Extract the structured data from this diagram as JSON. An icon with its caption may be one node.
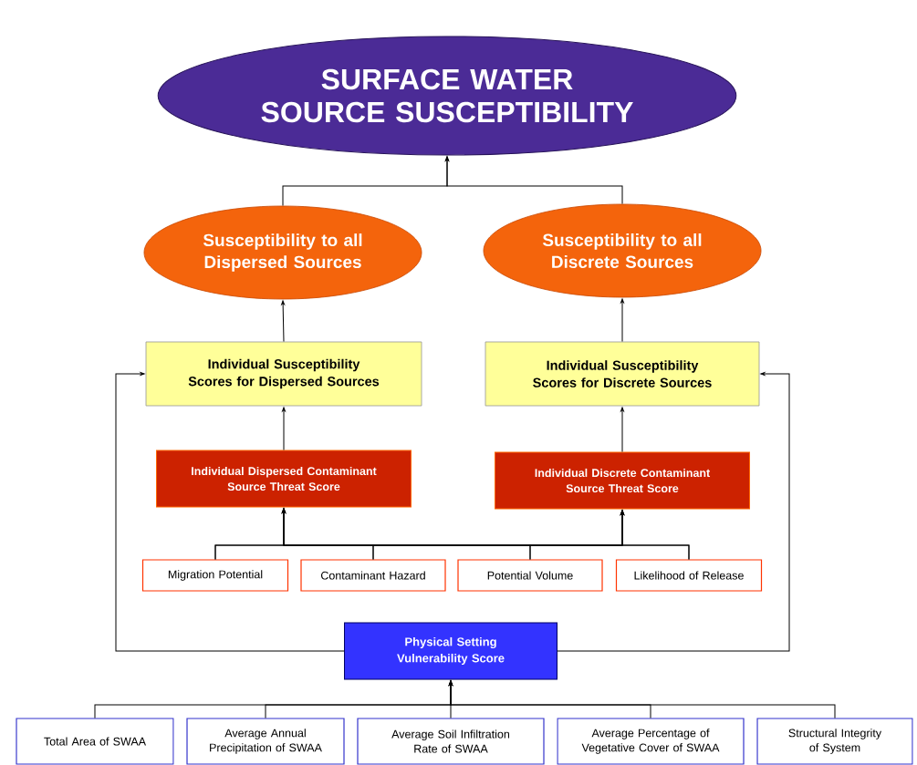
{
  "diagram": {
    "nodes": [
      {
        "text": [
          "SURFACE WATER SOURCE SUSCEPTIBILITY"
        ]
      },
      {
        "text": [
          "Susceptibility to all Dispersed Sources"
        ]
      },
      {
        "text": [
          "Susceptibility to all Discrete Sources"
        ]
      },
      {
        "text": [
          "Individual Susceptibility Scores for Dispersed Sources"
        ]
      },
      {
        "text": [
          "Individual Susceptibility Scores for Discrete Sources"
        ]
      },
      {
        "text": [
          "Individual Dispersed Contaminant Source Threat Score"
        ]
      },
      {
        "text": [
          "Individual Discrete Contaminant Source Threat Score"
        ]
      },
      {
        "text": [
          "Migration Potential"
        ]
      },
      {
        "text": [
          "Contaminant Hazard"
        ]
      },
      {
        "text": [
          "Potential Volume"
        ]
      },
      {
        "text": [
          "Likelihood of Release"
        ]
      },
      {
        "text": [
          "Physical Setting Vulnerability Score"
        ]
      },
      {
        "text": [
          "Total Area of SWAA"
        ]
      },
      {
        "text": [
          "Average Annual Precipitation of SWAA"
        ]
      },
      {
        "text": [
          "Average Soil Infiltration Rate of SWAA"
        ]
      },
      {
        "text": [
          "Average Percentage of Vegetative Cover of SWAA"
        ]
      },
      {
        "text": [
          "Structural Integrity of System"
        ]
      }
    ],
    "edges": [
      {
        "from": 1,
        "to": 0,
        "arrow": "to"
      },
      {
        "from": 2,
        "to": 0,
        "arrow": "to"
      },
      {
        "from": 3,
        "to": 1,
        "arrow": "to"
      },
      {
        "from": 4,
        "to": 2,
        "arrow": "to"
      },
      {
        "from": 5,
        "to": 3,
        "arrow": "to"
      },
      {
        "from": 6,
        "to": 4,
        "arrow": "to"
      },
      {
        "from": 7,
        "to": 5,
        "arrow": "to"
      },
      {
        "from": 8,
        "to": 5,
        "arrow": "to"
      },
      {
        "from": 9,
        "to": 5,
        "arrow": "to"
      },
      {
        "from": 10,
        "to": 5,
        "arrow": "to"
      },
      {
        "from": 7,
        "to": 6,
        "arrow": "to"
      },
      {
        "from": 8,
        "to": 6,
        "arrow": "to"
      },
      {
        "from": 9,
        "to": 6,
        "arrow": "to"
      },
      {
        "from": 10,
        "to": 6,
        "arrow": "to"
      },
      {
        "from": 11,
        "to": 3,
        "arrow": "to"
      },
      {
        "from": 11,
        "to": 4,
        "arrow": "to"
      },
      {
        "from": 12,
        "to": 11,
        "arrow": "to"
      },
      {
        "from": 13,
        "to": 11,
        "arrow": "to"
      },
      {
        "from": 14,
        "to": 11,
        "arrow": "to"
      },
      {
        "from": 15,
        "to": 11,
        "arrow": "to"
      },
      {
        "from": 16,
        "to": 11,
        "arrow": "to"
      }
    ]
  }
}
